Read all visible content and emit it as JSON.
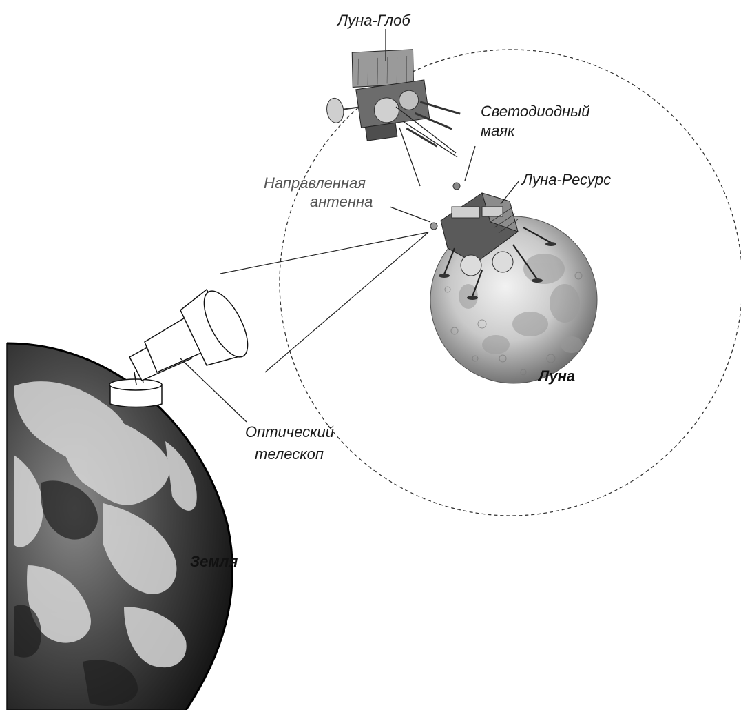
{
  "labels": {
    "luna_glob": "Луна-Глоб",
    "led_beacon_line1": "Светодиодный",
    "led_beacon_line2": "маяк",
    "directional_antenna_line1": "Направленная",
    "directional_antenna_line2": "антенна",
    "luna_resurs": "Луна-Ресурс",
    "moon": "Луна",
    "optical_telescope_line1": "Оптический",
    "optical_telescope_line2": "телескоп",
    "earth": "Земля"
  }
}
